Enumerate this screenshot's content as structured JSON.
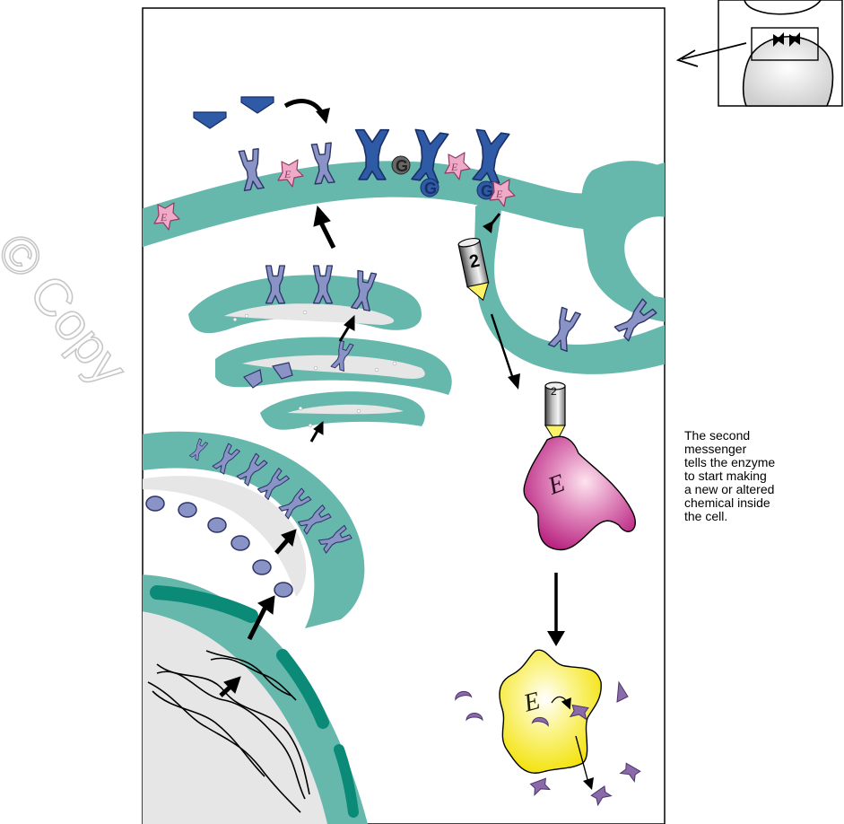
{
  "caption": {
    "lines": [
      "The second",
      "messenger",
      "tells the enzyme",
      "to start making",
      "a new or altered",
      "chemical inside",
      "the cell."
    ]
  },
  "labels": {
    "g_protein": "G",
    "enzyme": "E",
    "second_messenger": "2"
  },
  "watermark": {
    "text": "© Copy"
  },
  "colors": {
    "membrane": "#66b8ad",
    "cytoplasm": "#e6e6e6",
    "receptor": "#8a93c6",
    "activated_receptor": "#2f5aa6",
    "enzyme_inactive": "#efaac8",
    "enzyme_active": "#c43d92",
    "product_enzyme": "#fbf266",
    "product": "#8b6aa9"
  }
}
